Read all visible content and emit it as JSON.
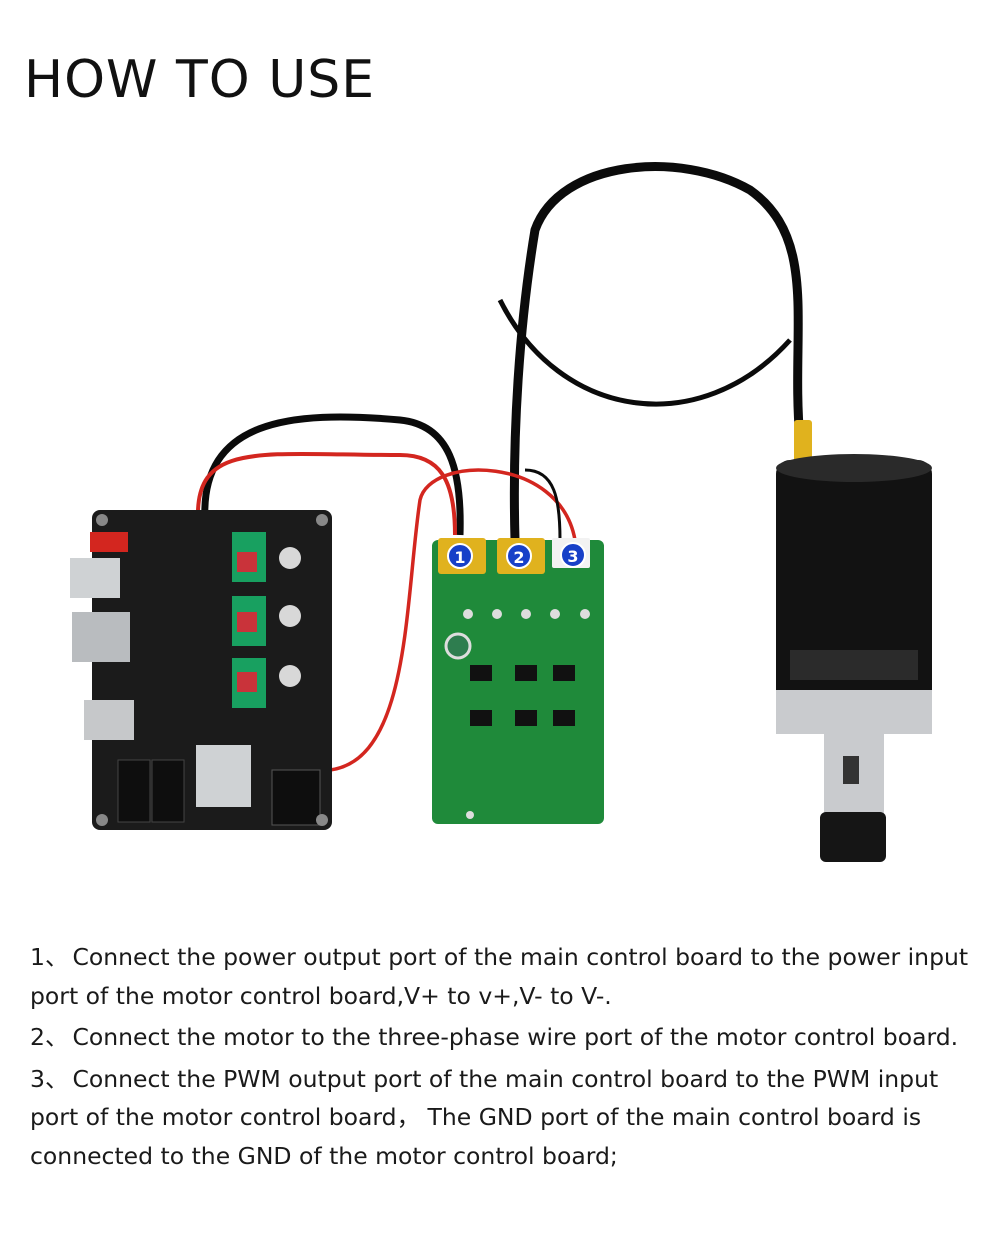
{
  "title": "HOW TO USE",
  "figure": {
    "badges": [
      "1",
      "2",
      "3"
    ],
    "colors": {
      "pcb_black": "#1b1b1b",
      "pcb_green": "#1f8a3a",
      "connector_yellow": "#e0b21e",
      "badge_blue": "#1740c8",
      "wire_red": "#d3261f",
      "wire_black": "#0b0b0b",
      "motor_body": "#121212",
      "motor_metal": "#c9cbce"
    },
    "icons": [
      "main-control-board",
      "motor-control-board",
      "spindle-motor"
    ]
  },
  "steps": [
    {
      "num": "1、",
      "text": "Connect the power output port of the main control board to the power input port of the motor control board,V+ to v+,V- to V-."
    },
    {
      "num": "2、",
      "text": "Connect the motor to the three-phase wire port of the motor control board."
    },
    {
      "num": "3、",
      "text": "Connect the PWM output port of the main control board to the PWM input port of the motor control board， The GND port of the main control board is connected to the GND of the motor control board;"
    }
  ]
}
